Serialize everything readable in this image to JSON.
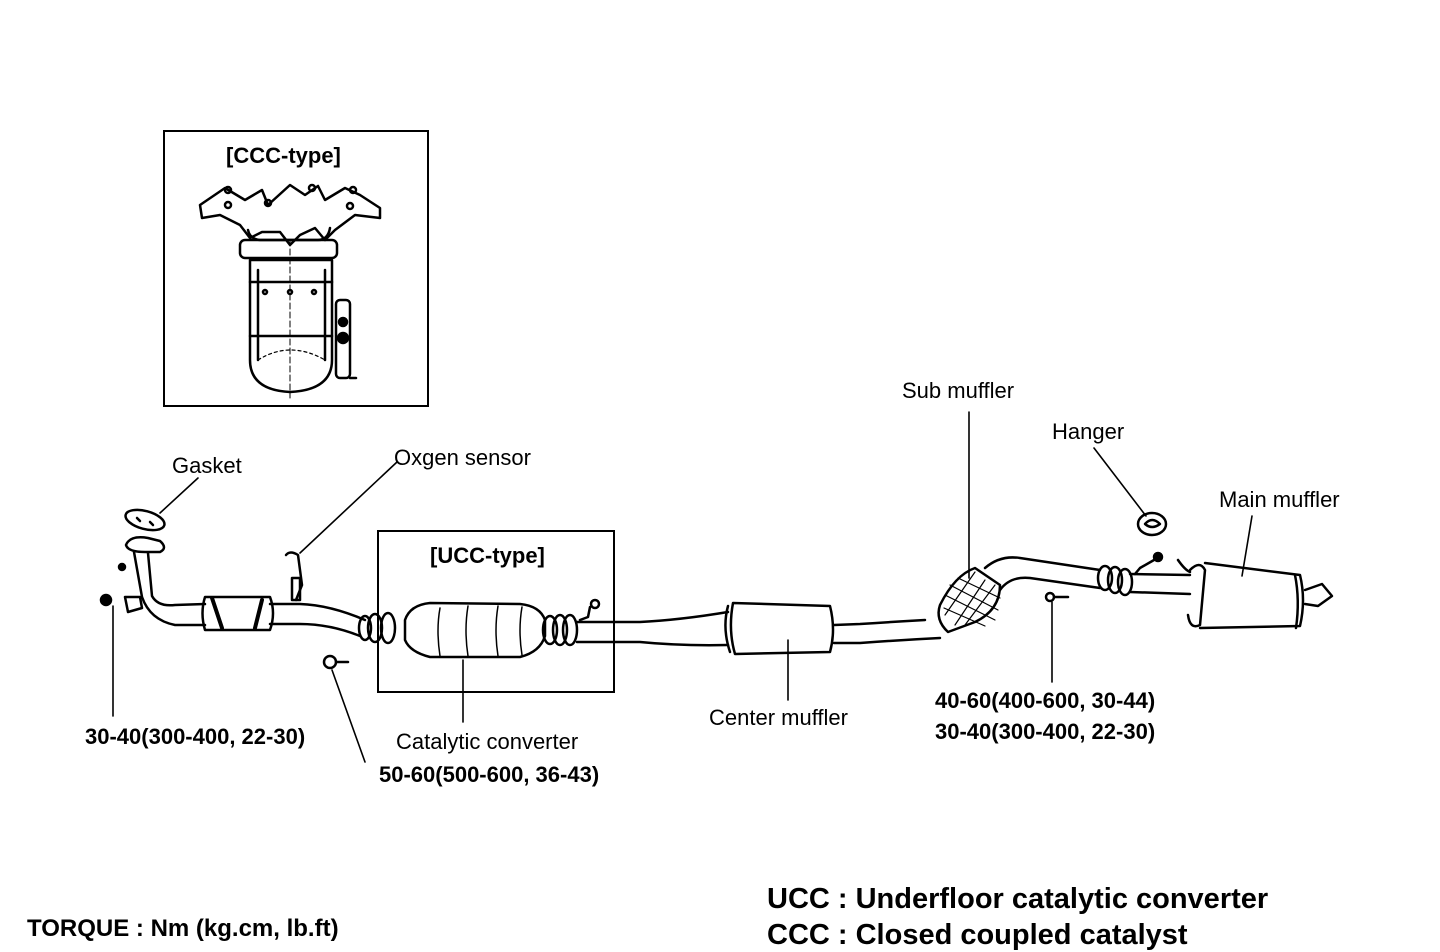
{
  "diagram": {
    "insets": {
      "ccc": {
        "title": "[CCC-type]"
      },
      "ucc": {
        "title": "[UCC-type]"
      }
    },
    "parts": {
      "gasket": "Gasket",
      "oxygen_sensor": "Oxgen sensor",
      "catalytic_converter": "Catalytic converter",
      "center_muffler": "Center muffler",
      "sub_muffler": "Sub muffler",
      "hanger": "Hanger",
      "main_muffler": "Main muffler"
    },
    "torques": {
      "front_pipe": "30-40(300-400, 22-30)",
      "converter_flange": "50-60(500-600, 36-43)",
      "rear_joint_1": "40-60(400-600, 30-44)",
      "rear_joint_2": "30-40(300-400, 22-30)"
    },
    "legend": {
      "torque_units": "TORQUE : Nm (kg.cm, lb.ft)",
      "ucc": "UCC : Underfloor catalytic converter",
      "ccc": "CCC : Closed coupled catalyst"
    }
  }
}
